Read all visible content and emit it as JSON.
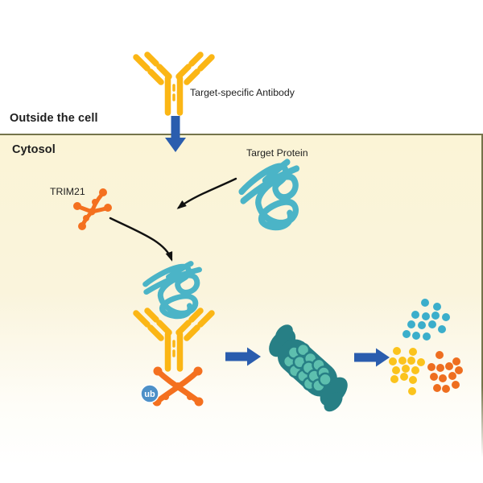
{
  "labels": {
    "outside_cell": "Outside the cell",
    "cytosol": "Cytosol",
    "antibody": "Target-specific Antibody",
    "target_protein": "Target Protein",
    "trim21": "TRIM21",
    "ubiquitin": "ub"
  },
  "colors": {
    "antibody_yellow": "#FBB615",
    "protein_teal": "#4BB4C7",
    "trim21_orange": "#F4701F",
    "arrow_blue": "#2A5DAE",
    "ubiquitin_blue": "#4D90C8",
    "proteasome_dark": "#277F85",
    "proteasome_light": "#5DBFAE",
    "membrane_line": "#75744B",
    "cytosol_top": "#FBF4D6",
    "curved_arrow_black": "#111111",
    "text": "#1E1E1E",
    "peptide_cyan": "#3BAECB",
    "peptide_yellow": "#FBC31C",
    "peptide_orange": "#EE6E1F"
  },
  "peptides": {
    "clusters": [
      {
        "name": "cyan-peptides",
        "color": "#3BAECB",
        "radius": 5,
        "points": [
          [
            528,
            376
          ],
          [
            543,
            381
          ],
          [
            516,
            391
          ],
          [
            529,
            393
          ],
          [
            541,
            392
          ],
          [
            554,
            394
          ],
          [
            511,
            403
          ],
          [
            524,
            404
          ],
          [
            537,
            403
          ],
          [
            549,
            409
          ],
          [
            505,
            415
          ],
          [
            517,
            417
          ],
          [
            530,
            418
          ]
        ]
      },
      {
        "name": "yellow-peptides",
        "color": "#FBC31C",
        "radius": 5,
        "points": [
          [
            493,
            436
          ],
          [
            513,
            437
          ],
          [
            488,
            449
          ],
          [
            500,
            448
          ],
          [
            511,
            448
          ],
          [
            523,
            450
          ],
          [
            492,
            460
          ],
          [
            504,
            458
          ],
          [
            516,
            460
          ],
          [
            490,
            471
          ],
          [
            502,
            468
          ],
          [
            513,
            472
          ],
          [
            512,
            486
          ]
        ]
      },
      {
        "name": "orange-peptides",
        "color": "#EE6E1F",
        "radius": 5,
        "points": [
          [
            546,
            441
          ],
          [
            567,
            449
          ],
          [
            536,
            456
          ],
          [
            547,
            457
          ],
          [
            558,
            455
          ],
          [
            570,
            460
          ],
          [
            539,
            468
          ],
          [
            550,
            470
          ],
          [
            562,
            467
          ],
          [
            543,
            482
          ],
          [
            554,
            483
          ],
          [
            566,
            478
          ]
        ]
      }
    ]
  }
}
